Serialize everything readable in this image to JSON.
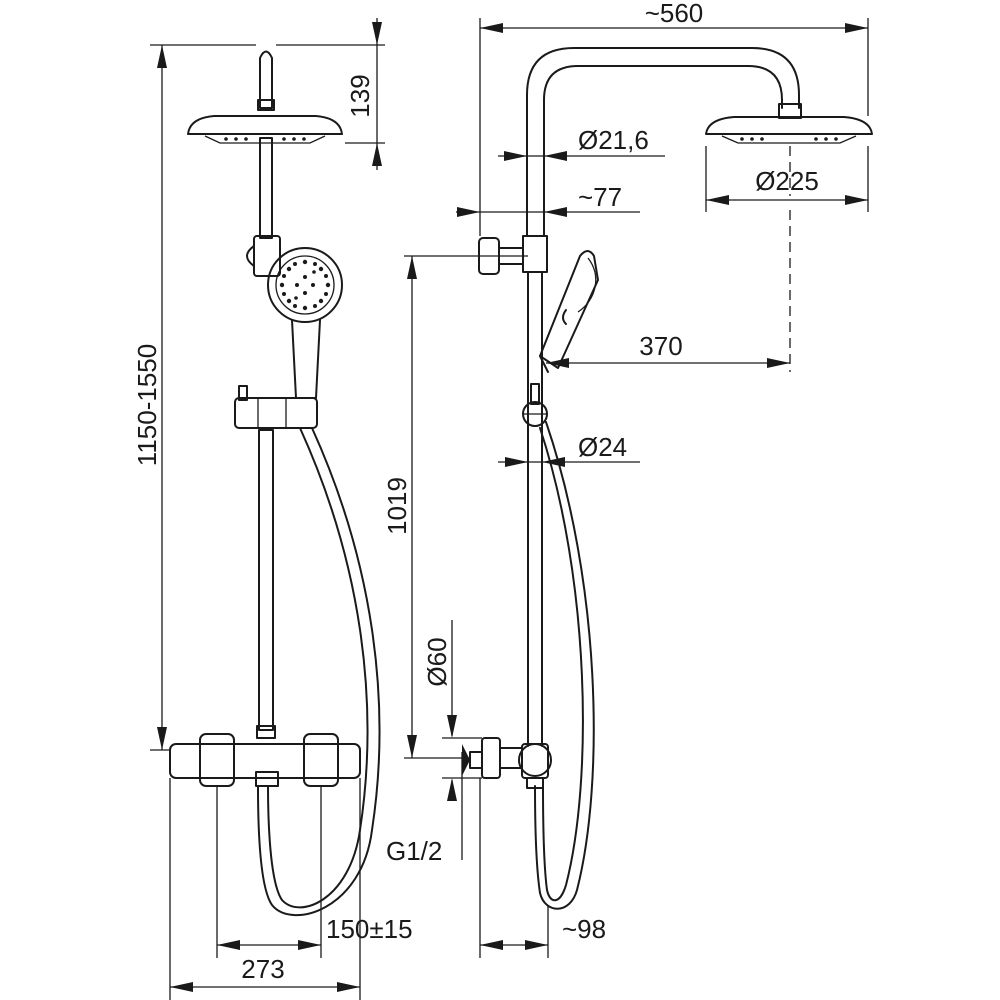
{
  "dimensions": {
    "head_height": "139",
    "total_height": "1150-1550",
    "rail_length": "1019",
    "body_diameter": "Ø60",
    "connection": "G1/2",
    "width_273": "273",
    "spacing": "150±15",
    "overall_width": "~560",
    "pipe_diameter": "Ø21,6",
    "wall_offset_top": "~77",
    "head_diameter": "Ø225",
    "arm_reach": "370",
    "rail_diameter": "Ø24",
    "wall_offset_bottom": "~98"
  },
  "colors": {
    "line": "#1a1a1a",
    "background": "#ffffff"
  }
}
